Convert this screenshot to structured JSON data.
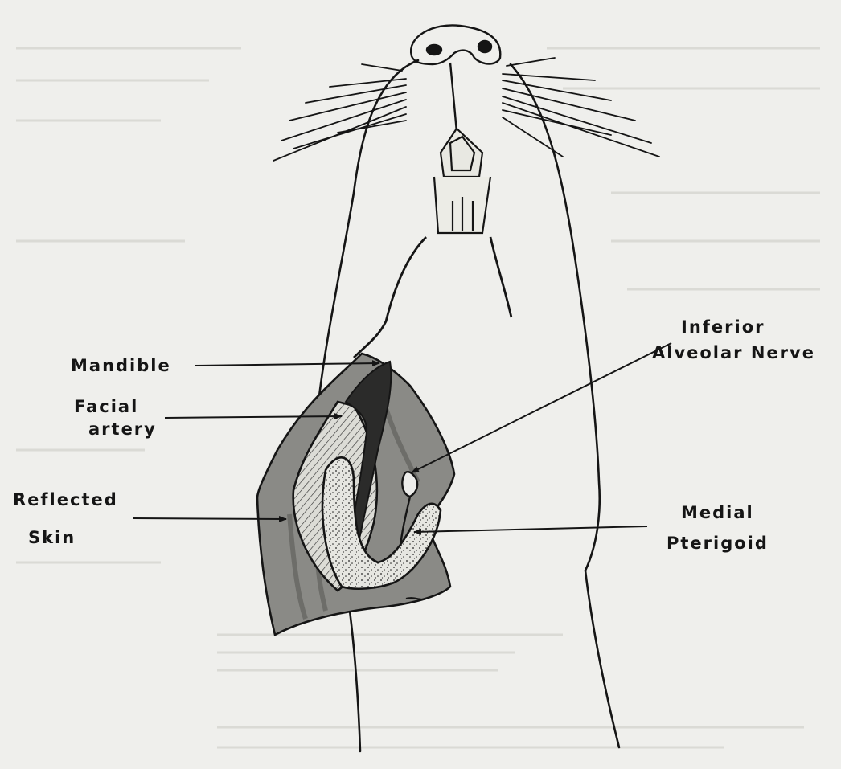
{
  "labels": {
    "mandible": "Mandible",
    "facial_artery_line1": "Facial",
    "facial_artery_line2": "artery",
    "reflected_skin_line1": "Reflected",
    "reflected_skin_line2": "Skin",
    "inferior_alveolar_nerve_line1": "Inferior",
    "inferior_alveolar_nerve_line2": "Alveolar Nerve",
    "medial_pterigoid_line1": "Medial",
    "medial_pterigoid_line2": "Pterigoid"
  },
  "colors": {
    "paper": "#efefec",
    "ink": "#151515",
    "skin_shade": "#8a8a86",
    "muscle_fill": "#d8d8d2",
    "bleed_text": "#c9c9c4"
  }
}
